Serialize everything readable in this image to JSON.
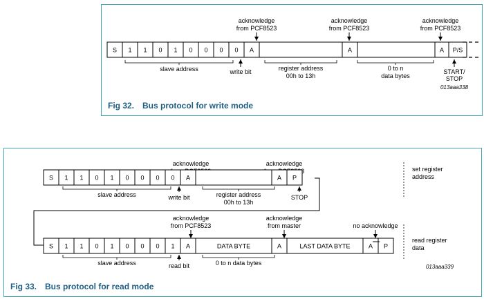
{
  "fig32": {
    "caption_number": "Fig 32.",
    "caption_title": "Bus protocol for write mode",
    "figure_id": "013aaa338",
    "frame_cells": [
      "S",
      "1",
      "1",
      "0",
      "1",
      "0",
      "0",
      "0",
      "0",
      "A",
      "",
      "A",
      "",
      "A",
      "P/S"
    ],
    "ack1_line1": "acknowledge",
    "ack1_line2": "from PCF8523",
    "ack2_line1": "acknowledge",
    "ack2_line2": "from PCF8523",
    "ack3_line1": "acknowledge",
    "ack3_line2": "from PCF8523",
    "slave_address": "slave address",
    "write_bit": "write bit",
    "register_address_line1": "register address",
    "register_address_line2": "00h to 13h",
    "data_bytes_line1": "0 to n",
    "data_bytes_line2": "data bytes",
    "start_stop_line1": "START/",
    "start_stop_line2": "STOP"
  },
  "fig33": {
    "caption_number": "Fig 33.",
    "caption_title": "Bus protocol for read mode",
    "figure_id": "013aaa339",
    "row1_cells": [
      "S",
      "1",
      "1",
      "0",
      "1",
      "0",
      "0",
      "0",
      "0",
      "A",
      "",
      "A",
      "P"
    ],
    "row2_cells": [
      "S",
      "1",
      "1",
      "0",
      "1",
      "0",
      "0",
      "0",
      "1",
      "A",
      "DATA BYTE",
      "A",
      "LAST DATA BYTE",
      "A",
      "P"
    ],
    "row1_ack1_line1": "acknowledge",
    "row1_ack1_line2": "from PCF8523",
    "row1_ack2_line1": "acknowledge",
    "row1_ack2_line2": "from PCF8523",
    "row1_slave_address": "slave address",
    "row1_write_bit": "write bit",
    "row1_register_address_line1": "register address",
    "row1_register_address_line2": "00h to 13h",
    "row1_stop": "STOP",
    "set_register_line1": "set register",
    "set_register_line2": "address",
    "row2_ack1_line1": "acknowledge",
    "row2_ack1_line2": "from PCF8523",
    "row2_ack2_line1": "acknowledge",
    "row2_ack2_line2": "from master",
    "row2_no_ack": "no acknowledge",
    "row2_slave_address": "slave address",
    "row2_read_bit": "read bit",
    "row2_data_bytes": "0 to n data bytes",
    "read_register_line1": "read register",
    "read_register_line2": "data"
  }
}
